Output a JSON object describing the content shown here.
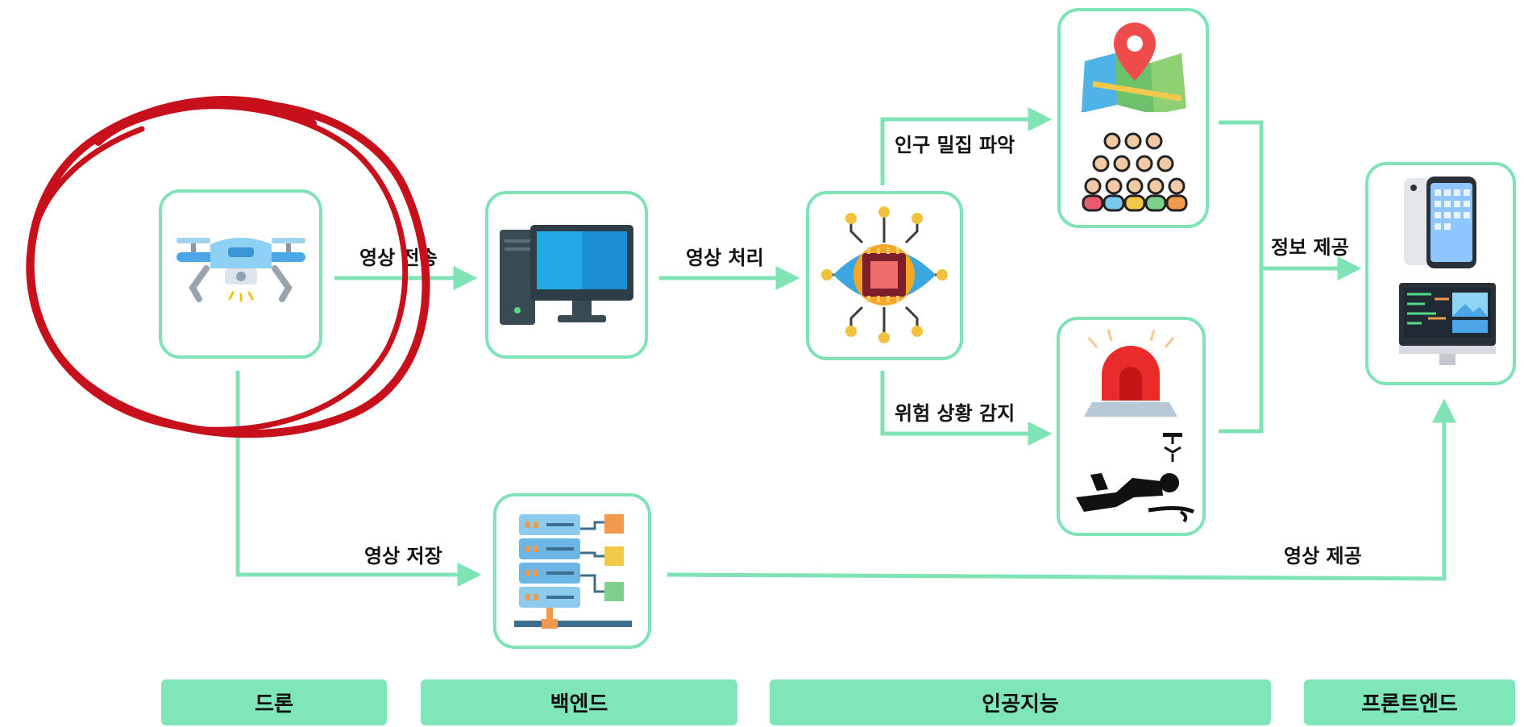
{
  "edges": {
    "video_transfer": "영상 전송",
    "video_processing": "영상 처리",
    "crowd_density": "인구 밀집 파악",
    "danger_detection": "위험 상황 감지",
    "info_provision": "정보 제공",
    "video_storage": "영상 저장",
    "video_provision": "영상 제공"
  },
  "stages": {
    "drone": "드론",
    "backend": "백엔드",
    "ai": "인공지능",
    "frontend": "프론트엔드"
  },
  "icons": {
    "drone": "drone-icon",
    "computer": "desktop-computer-icon",
    "ai": "ai-eye-chip-icon",
    "map": "map-pin-icon",
    "crowd": "crowd-icon",
    "siren": "siren-icon",
    "fallen": "fallen-person-icon",
    "server": "server-icon",
    "devices": "phone-monitor-icon"
  },
  "colors": {
    "accent": "#7fe3b6",
    "annotation": "#c8101d"
  }
}
